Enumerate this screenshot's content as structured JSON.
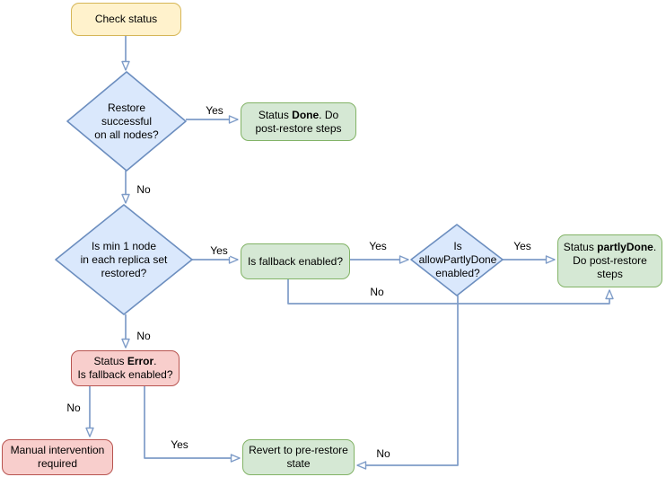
{
  "colors": {
    "start_fill": "#fff2cc",
    "start_border": "#d6b656",
    "decision_fill": "#dae8fc",
    "decision_border": "#6c8ebf",
    "success_fill": "#d5e8d4",
    "success_border": "#82b366",
    "danger_fill": "#f8cecc",
    "danger_border": "#b85450",
    "edge_stroke": "#7e9cc8",
    "text": "#000000"
  },
  "nodes": {
    "check_status": {
      "lines": [
        [
          {
            "t": "Check status"
          }
        ]
      ]
    },
    "restore_successful": {
      "lines": [
        [
          {
            "t": "Restore"
          }
        ],
        [
          {
            "t": "successful"
          }
        ],
        [
          {
            "t": "on all nodes?"
          }
        ]
      ]
    },
    "status_done": {
      "lines": [
        [
          {
            "t": "Status "
          },
          {
            "t": "Done",
            "b": true
          },
          {
            "t": ". Do"
          }
        ],
        [
          {
            "t": "post-restore steps"
          }
        ]
      ]
    },
    "min_one_node": {
      "lines": [
        [
          {
            "t": "Is min 1 node"
          }
        ],
        [
          {
            "t": "in each replica set"
          }
        ],
        [
          {
            "t": "restored?"
          }
        ]
      ]
    },
    "fallback_enabled": {
      "lines": [
        [
          {
            "t": "Is fallback enabled?"
          }
        ]
      ]
    },
    "allow_partly_done": {
      "lines": [
        [
          {
            "t": "Is"
          }
        ],
        [
          {
            "t": "allowPartlyDone"
          }
        ],
        [
          {
            "t": "enabled?"
          }
        ]
      ]
    },
    "status_partly_done": {
      "lines": [
        [
          {
            "t": "Status "
          },
          {
            "t": "partlyDone",
            "b": true
          },
          {
            "t": "."
          }
        ],
        [
          {
            "t": "Do post-restore"
          }
        ],
        [
          {
            "t": "steps"
          }
        ]
      ]
    },
    "status_error": {
      "lines": [
        [
          {
            "t": "Status "
          },
          {
            "t": "Error",
            "b": true
          },
          {
            "t": "."
          }
        ],
        [
          {
            "t": "Is fallback enabled?"
          }
        ]
      ]
    },
    "manual_intervention": {
      "lines": [
        [
          {
            "t": "Manual intervention"
          }
        ],
        [
          {
            "t": "required"
          }
        ]
      ]
    },
    "revert_pre_restore": {
      "lines": [
        [
          {
            "t": "Revert to pre-restore"
          }
        ],
        [
          {
            "t": "state"
          }
        ]
      ]
    }
  },
  "edge_labels": {
    "restore_yes": "Yes",
    "restore_no": "No",
    "min_node_yes": "Yes",
    "min_node_no": "No",
    "fallback_yes": "Yes",
    "fallback_no": "No",
    "allow_partly_yes": "Yes",
    "allow_partly_no": "No",
    "error_no": "No",
    "error_yes": "Yes"
  }
}
